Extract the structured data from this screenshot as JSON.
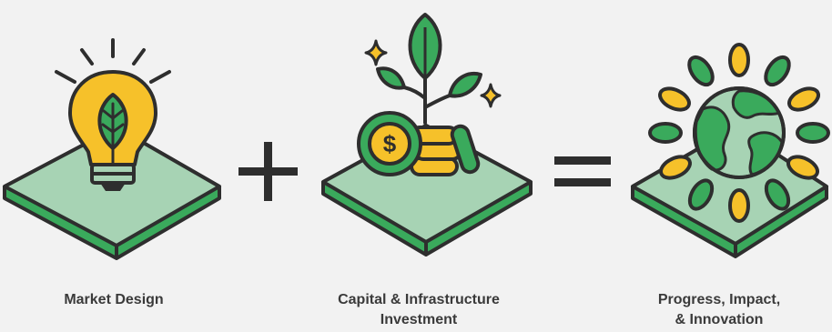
{
  "colors": {
    "background": "#f2f2f2",
    "outline": "#2e2e2e",
    "green": "#3aaa5c",
    "mint": "#a7d3b4",
    "yellow": "#f6c12a",
    "text": "#3a3a3a"
  },
  "icons": [
    "lightbulb-leaf-icon",
    "plus-icon",
    "coins-sprout-icon",
    "equals-icon",
    "globe-leaves-icon"
  ],
  "captions": {
    "market_design": "Market Design",
    "capital_line1": "Capital & Infrastructure",
    "capital_line2": "Investment",
    "progress_line1": "Progress, Impact,",
    "progress_line2": "& Innovation"
  },
  "symbols": {
    "plus": "plus",
    "equals": "equals"
  },
  "coin_symbol": "$"
}
